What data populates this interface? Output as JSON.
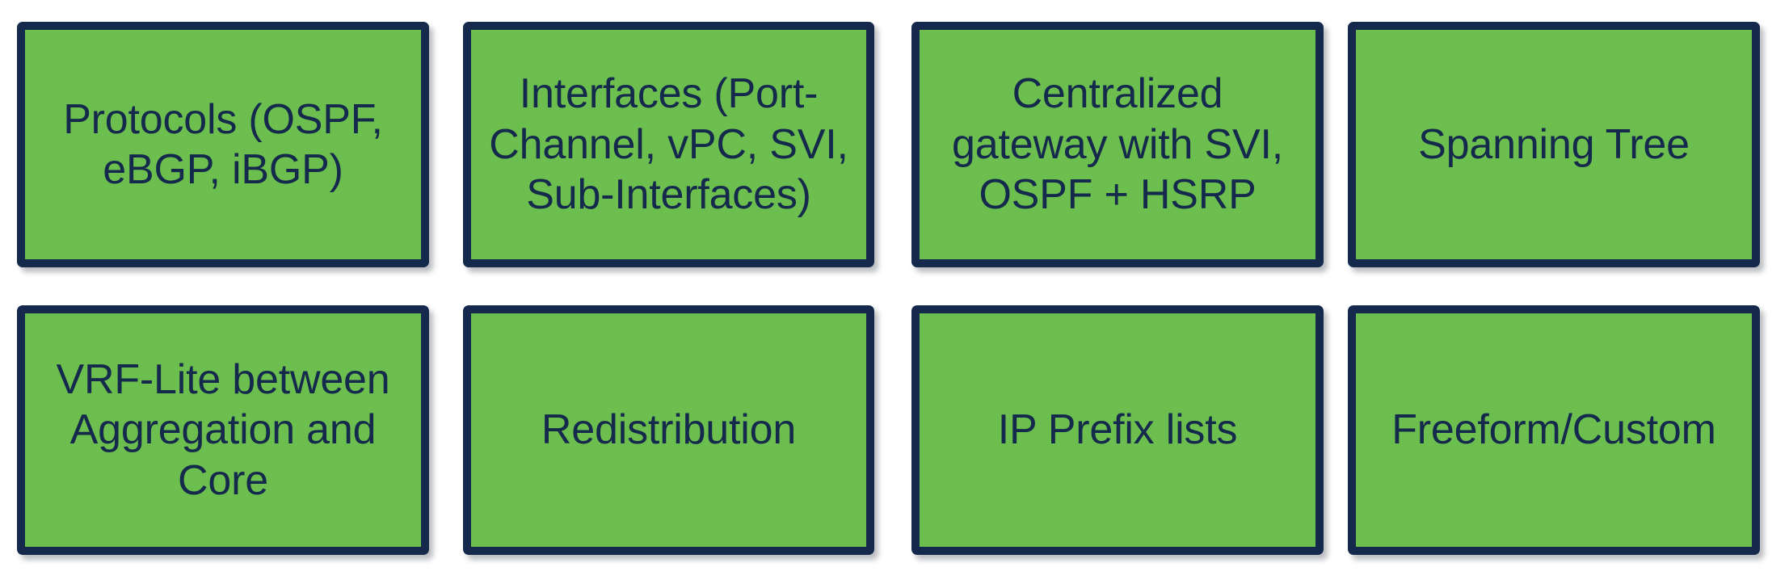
{
  "palette": {
    "box_fill": "#6cbe4e",
    "box_border": "#15294d",
    "text": "#14294b",
    "background": "#ffffff"
  },
  "diagram": {
    "rows": 2,
    "columns": 4,
    "boxes": [
      {
        "id": "protocols",
        "row": 1,
        "col": 1,
        "label": "Protocols (OSPF,\neBGP, iBGP)"
      },
      {
        "id": "interfaces",
        "row": 1,
        "col": 2,
        "label": "Interfaces (Port-\nChannel, vPC, SVI,\nSub-Interfaces)"
      },
      {
        "id": "centralized-gateway",
        "row": 1,
        "col": 3,
        "label": "Centralized\ngateway with SVI,\nOSPF + HSRP"
      },
      {
        "id": "spanning-tree",
        "row": 1,
        "col": 4,
        "label": "Spanning Tree"
      },
      {
        "id": "vrf-lite",
        "row": 2,
        "col": 1,
        "label": "VRF-Lite between\nAggregation and\nCore"
      },
      {
        "id": "redistribution",
        "row": 2,
        "col": 2,
        "label": "Redistribution"
      },
      {
        "id": "ip-prefix-lists",
        "row": 2,
        "col": 3,
        "label": "IP Prefix lists"
      },
      {
        "id": "freeform-custom",
        "row": 2,
        "col": 4,
        "label": "Freeform/Custom"
      }
    ]
  }
}
